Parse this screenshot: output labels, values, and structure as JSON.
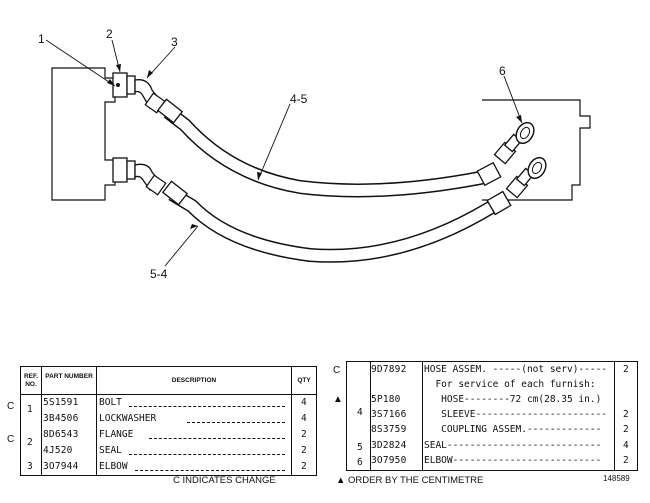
{
  "callouts": [
    "1",
    "2",
    "3",
    "4-5",
    "5-4",
    "6"
  ],
  "left_table": {
    "headers": {
      "ref": "REF. NO.",
      "part": "PART NUMBER",
      "desc": "DESCRIPTION",
      "qty": "QTY"
    },
    "rows": [
      {
        "mark": "C",
        "ref": "1",
        "part": "5S1591",
        "desc": "BOLT",
        "qty": "4"
      },
      {
        "mark": "",
        "ref": "",
        "part": "3B4506",
        "desc": "LOCKWASHER",
        "qty": "4"
      },
      {
        "mark": "C",
        "ref": "2",
        "part": "8D6543",
        "desc": "FLANGE",
        "qty": "2"
      },
      {
        "mark": "",
        "ref": "",
        "part": "4J520",
        "desc": "SEAL",
        "qty": "2"
      },
      {
        "mark": "",
        "ref": "3",
        "part": "3O7944",
        "desc": "ELBOW",
        "qty": "2"
      }
    ]
  },
  "right_table": {
    "rows": [
      {
        "mark": "C",
        "ref": "",
        "part": "9D7892",
        "desc": "HOSE ASSEM. -----(not serv)-----",
        "qty": "2"
      },
      {
        "mark": "",
        "ref": "",
        "part": "",
        "desc": "  For service of each furnish:",
        "qty": ""
      },
      {
        "mark": "▲",
        "ref": "4",
        "part": "5P180",
        "desc": "   HOSE--------72 cm(28.35 in.)",
        "qty": ""
      },
      {
        "mark": "",
        "ref": "",
        "part": "3S7166",
        "desc": "   SLEEVE-----------------------",
        "qty": "2"
      },
      {
        "mark": "",
        "ref": "",
        "part": "8S3759",
        "desc": "   COUPLING ASSEM.-------------",
        "qty": "2"
      },
      {
        "mark": "",
        "ref": "5",
        "part": "3D2824",
        "desc": "SEAL---------------------------",
        "qty": "4"
      },
      {
        "mark": "",
        "ref": "6",
        "part": "3O7950",
        "desc": "ELBOW--------------------------",
        "qty": "2"
      }
    ]
  },
  "footer": {
    "change_note": "C INDICATES CHANGE",
    "order_note": "▲ ORDER BY THE CENTIMETRE",
    "code": "148589"
  }
}
